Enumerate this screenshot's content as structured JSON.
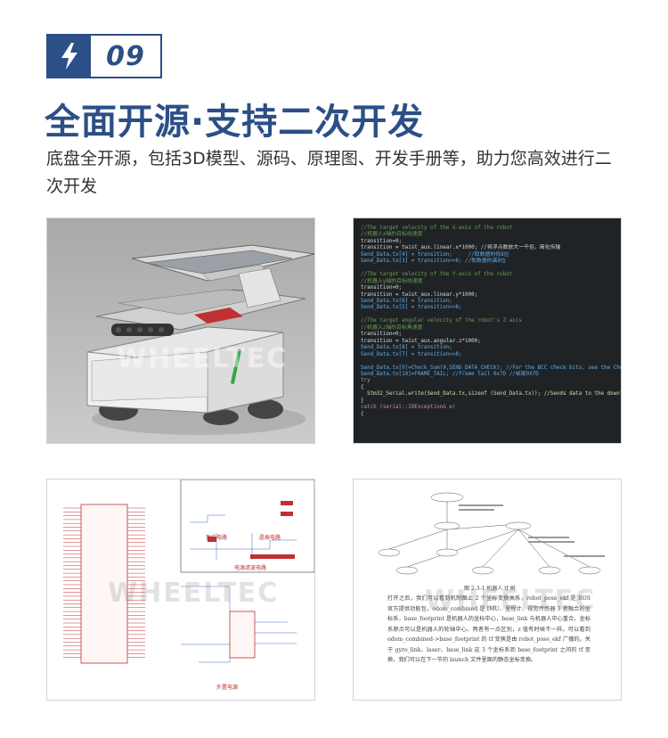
{
  "header": {
    "section_number": "09",
    "badge_icon": "lightning-bolt-icon",
    "title": "全面开源·支持二次开发",
    "description": "底盘全开源，包括3D模型、源码、原理图、开发手册等，助力您高效进行二次开发"
  },
  "colors": {
    "brand": "#2b4f86",
    "text": "#333333",
    "code_bg": "#1f2326"
  },
  "panels": {
    "model": {
      "watermark": "WHEELTEC"
    },
    "code": {
      "lines": [
        {
          "t": "c",
          "s": "//The target velocity of the X-axis of the robot"
        },
        {
          "t": "c",
          "s": "//机器人x轴的目标线速度"
        },
        {
          "t": "n",
          "s": "transition=0;"
        },
        {
          "t": "n",
          "s": "transition = twist_aux.linear.x*1000; //将浮点数放大一千倍，简化传输"
        },
        {
          "t": "v",
          "s": "Send_Data.tx[4] = transition;     //取数据的低8位"
        },
        {
          "t": "v",
          "s": "Send_Data.tx[3] = transition>>8; //取数据的高8位"
        },
        {
          "t": "n",
          "s": ""
        },
        {
          "t": "c",
          "s": "//The target velocity of the Y-axis of the robot"
        },
        {
          "t": "c",
          "s": "//机器人y轴的目标线速度"
        },
        {
          "t": "n",
          "s": "transition=0;"
        },
        {
          "t": "n",
          "s": "transition = twist_aux.linear.y*1000;"
        },
        {
          "t": "v",
          "s": "Send_Data.tx[6] = transition;"
        },
        {
          "t": "v",
          "s": "Send_Data.tx[5] = transition>>8;"
        },
        {
          "t": "n",
          "s": ""
        },
        {
          "t": "c",
          "s": "//The target angular velocity of the robot's Z axis"
        },
        {
          "t": "c",
          "s": "//机器人z轴的目标角速度"
        },
        {
          "t": "n",
          "s": "transition=0;"
        },
        {
          "t": "n",
          "s": "transition = twist_aux.angular.z*1000;"
        },
        {
          "t": "v",
          "s": "Send_Data.tx[8] = transition;"
        },
        {
          "t": "v",
          "s": "Send_Data.tx[7] = transition>>8;"
        },
        {
          "t": "n",
          "s": ""
        },
        {
          "t": "v",
          "s": "Send_Data.tx[9]=Check_Sum(9,SEND_DATA_CHECK); //For the BCC check bits, see the Check_Sum function"
        },
        {
          "t": "v",
          "s": "Send_Data.tx[10]=FRAME_TAIL; //frame tail 0x7D //帧尾0X7D"
        },
        {
          "t": "k",
          "s": "try"
        },
        {
          "t": "n",
          "s": "{"
        },
        {
          "t": "f",
          "s": "  Stm32_Serial.write(Send_Data.tx,sizeof (Send_Data.tx)); //Sends data to the downloader via serial port"
        },
        {
          "t": "n",
          "s": "}"
        },
        {
          "t": "k",
          "s": "catch (serial::IOException& e)"
        },
        {
          "t": "n",
          "s": "{"
        }
      ]
    },
    "schematic": {
      "watermark": "WHEELTEC",
      "labels": [
        "复位电路",
        "晶振电路",
        "电源滤波电路",
        "外置电源"
      ]
    },
    "paper": {
      "watermark": "WHEELTEC",
      "caption": "图 2-3-1 机器人 tf 树",
      "text": "打开之后，我们可以看到机制图上 2 个坐标变换关系，robot_pose_ekf 是 ROS 官方提供功能包，odom_combined 是 IMU、里程计、视觉传感器 3 者融合的坐标系，base_footprint 是机器人的坐标中心，base_link 与机器人中心重合。坐标系原点可以是机器人的轮轴中心。两者有一点区别，z 值有时候不一样。可以看到 odom_combined->base_footprint 的 tf 变换是由 robot_pose_ekf 广播的。关于 gyro_link、laser、base_link 这 3 个坐标系到 base_footprint 之间的 tf 变换，我们可以在下一节的 launch 文件里面的静态坐标变换。"
    }
  }
}
